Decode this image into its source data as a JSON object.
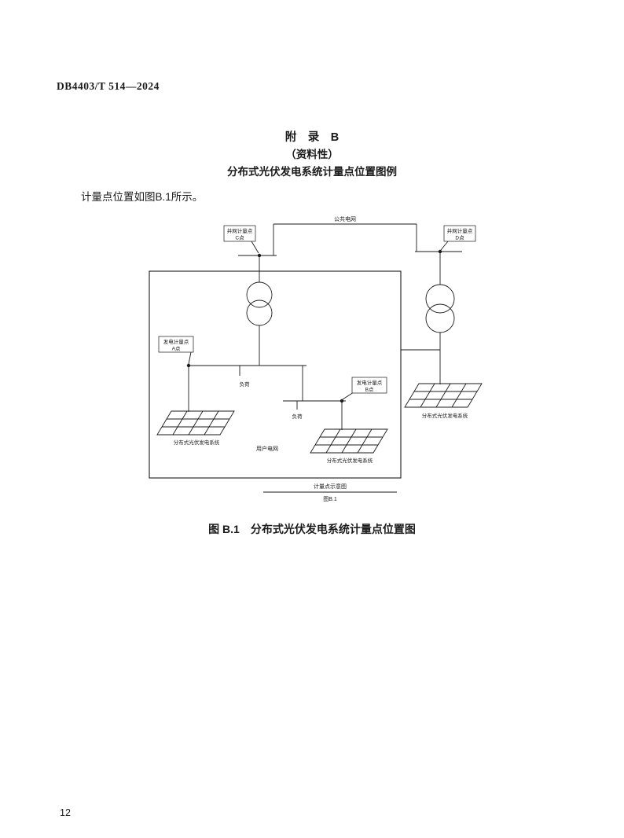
{
  "page": {
    "header": "DB4403/T 514—2024",
    "page_number": "12"
  },
  "appendix": {
    "title": "附　录　B",
    "subtitle": "（资料性）",
    "heading": "分布式光伏发电系统计量点位置图例",
    "intro": "计量点位置如图B.1所示。"
  },
  "diagram": {
    "public_grid_label": "公共电网",
    "meters": {
      "c": {
        "line1": "并网计量点",
        "line2": "C点"
      },
      "d": {
        "line1": "并网计量点",
        "line2": "D点"
      },
      "a": {
        "line1": "发电计量点",
        "line2": "A点"
      },
      "b": {
        "line1": "发电计量点",
        "line2": "B点"
      }
    },
    "loads": {
      "load1": "负荷",
      "load2": "负荷"
    },
    "user_grid_label": "用户电网",
    "pv_labels": {
      "pv1": "分布式光伏发电系统",
      "pv2": "分布式光伏发电系统",
      "pv3": "分布式光伏发电系统"
    },
    "inner_title": "计量点示意图",
    "inner_figure_label": "图B.1"
  },
  "caption": "图 B.1　分布式光伏发电系统计量点位置图"
}
